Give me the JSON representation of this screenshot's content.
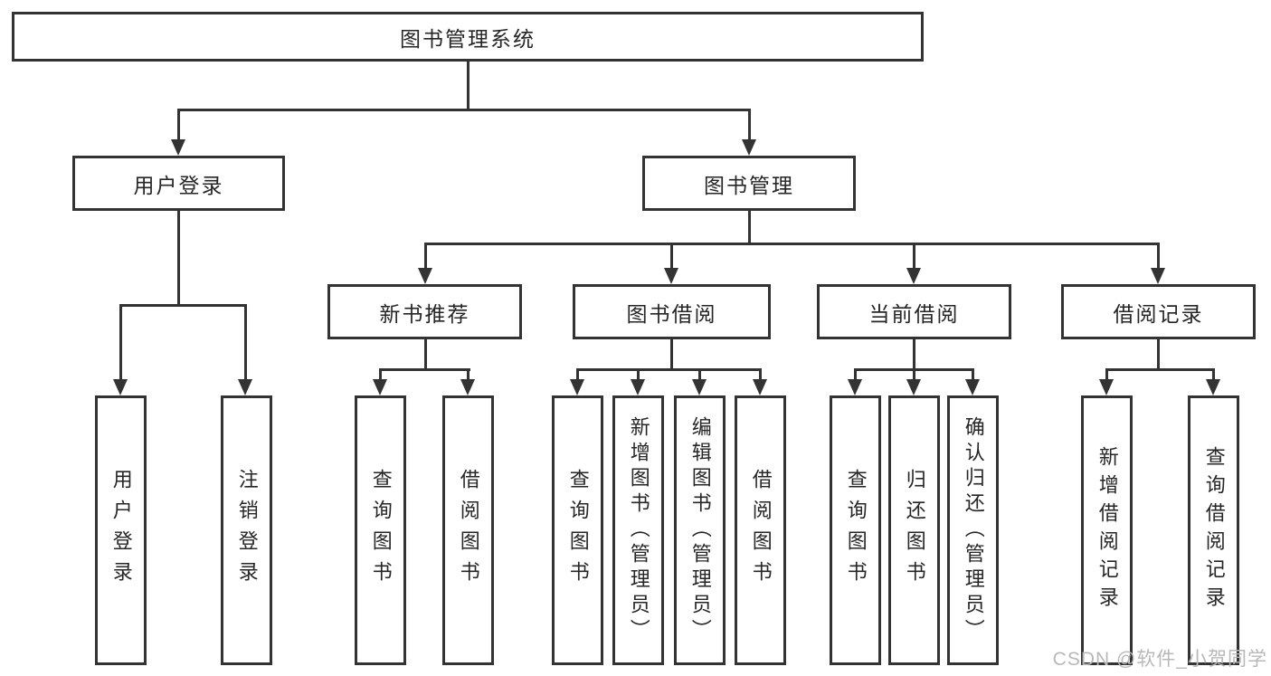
{
  "diagram": {
    "root": {
      "label": "图书管理系统",
      "children": [
        {
          "label": "用户登录",
          "children": [
            {
              "label": "用户登录"
            },
            {
              "label": "注销登录"
            }
          ]
        },
        {
          "label": "图书管理",
          "children": [
            {
              "label": "新书推荐",
              "children": [
                {
                  "label": "查询图书"
                },
                {
                  "label": "借阅图书"
                }
              ]
            },
            {
              "label": "图书借阅",
              "children": [
                {
                  "label": "查询图书"
                },
                {
                  "label": "新增图书（管理员）"
                },
                {
                  "label": "编辑图书（管理员）"
                },
                {
                  "label": "借阅图书"
                }
              ]
            },
            {
              "label": "当前借阅",
              "children": [
                {
                  "label": "查询图书"
                },
                {
                  "label": "归还图书"
                },
                {
                  "label": "确认归还（管理员）"
                }
              ]
            },
            {
              "label": "借阅记录",
              "children": [
                {
                  "label": "新增借阅记录"
                },
                {
                  "label": "查询借阅记录"
                }
              ]
            }
          ]
        }
      ]
    }
  },
  "watermark": "CSDN @软件_小贺同学",
  "colors": {
    "line": "#333333",
    "text": "#262626",
    "watermark": "#b8b8b8",
    "background": "#ffffff"
  }
}
